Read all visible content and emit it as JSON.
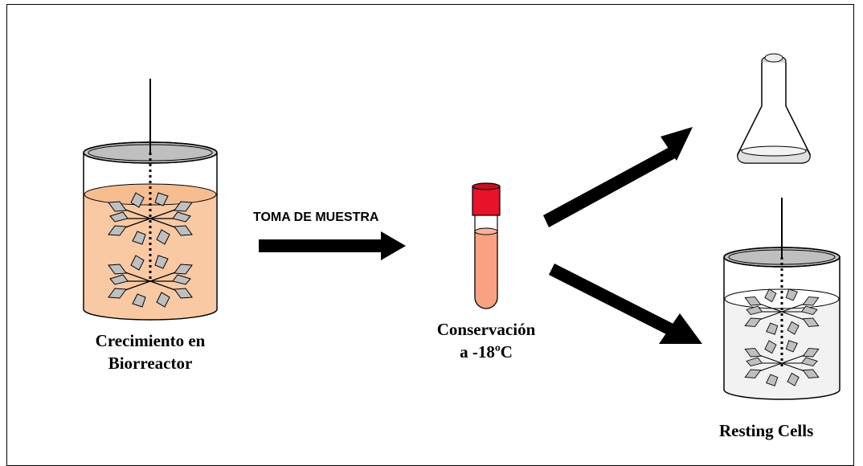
{
  "labels": {
    "bioreactor_line1": "Crecimiento en",
    "bioreactor_line2": "Biorreactor",
    "sampling": "TOMA DE MUESTRA",
    "storage_line1": "Conservación",
    "storage_line2": "a -18ºC",
    "resting": "Resting Cells"
  },
  "colors": {
    "culture_liquid": "#f9c9a4",
    "culture_surface": "#f6bd90",
    "tube_cap": "#e8122a",
    "tube_liquid": "#f9a183",
    "vessel_top": "#bfbfbf",
    "resting_liquid": "#f2f2f2",
    "impeller_blade": "#bfbfbf"
  },
  "icons": [
    "bioreactor-growth",
    "test-tube",
    "erlenmeyer-flask",
    "bioreactor-resting"
  ]
}
